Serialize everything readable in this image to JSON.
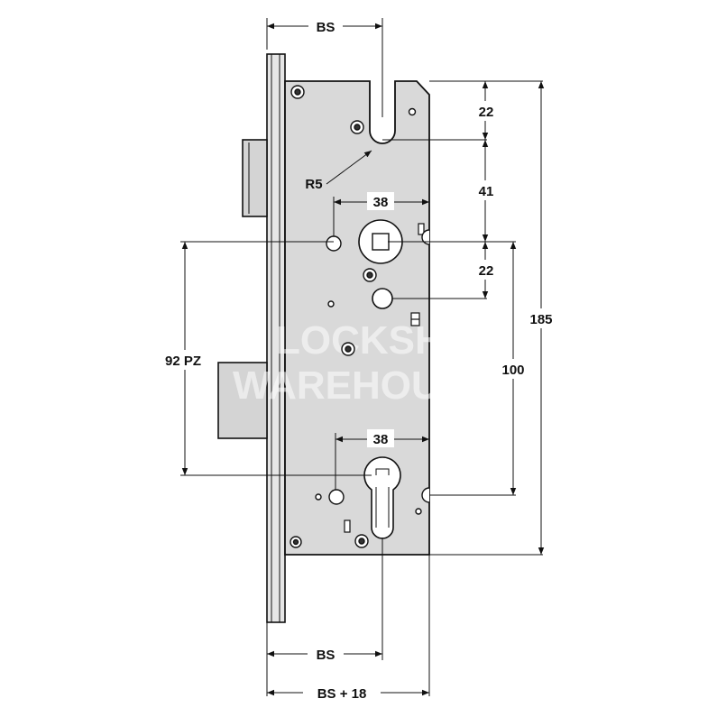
{
  "drawing": {
    "subject": "mortice lock case",
    "colors": {
      "case_fill": "#d9d9d9",
      "line": "#111111",
      "background": "#ffffff"
    }
  },
  "dimensions": {
    "backset_top": "BS",
    "radius": "R5",
    "top_offset": "22",
    "follower_offset": "41",
    "spindle_centres_top": "38",
    "below_follower": "22",
    "overall_height": "185",
    "centre_distance_right": "100",
    "centre_distance_left": "92 PZ",
    "cylinder_centres": "38",
    "backset_bottom": "BS",
    "backset_plus": "BS + 18"
  },
  "watermark": {
    "line1": "LOCKSHOP",
    "line2": "WAREHOUSE"
  }
}
